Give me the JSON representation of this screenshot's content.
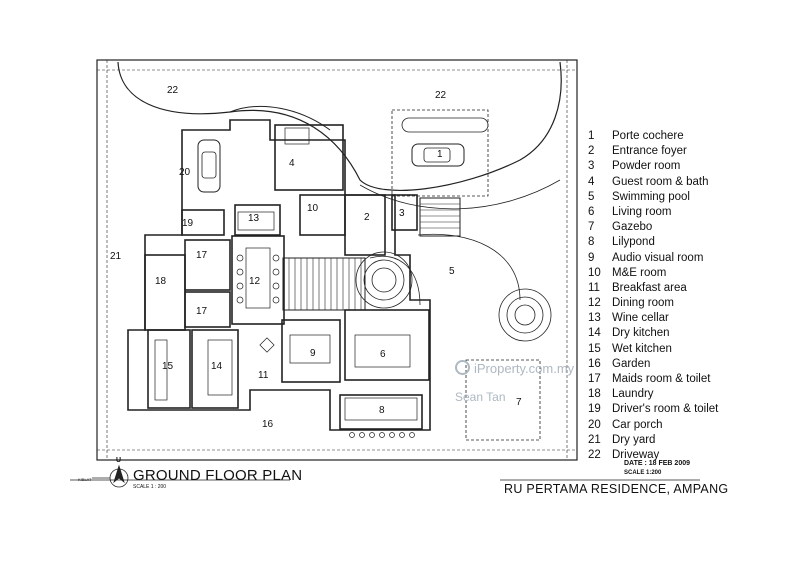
{
  "legend": [
    {
      "num": "1",
      "label": "Porte cochere"
    },
    {
      "num": "2",
      "label": "Entrance foyer"
    },
    {
      "num": "3",
      "label": "Powder room"
    },
    {
      "num": "4",
      "label": "Guest room & bath"
    },
    {
      "num": "5",
      "label": "Swimming pool"
    },
    {
      "num": "6",
      "label": "Living room"
    },
    {
      "num": "7",
      "label": "Gazebo"
    },
    {
      "num": "8",
      "label": "Lilypond"
    },
    {
      "num": "9",
      "label": "Audio visual room"
    },
    {
      "num": "10",
      "label": "M&E room"
    },
    {
      "num": "11",
      "label": "Breakfast area"
    },
    {
      "num": "12",
      "label": "Dining room"
    },
    {
      "num": "13",
      "label": "Wine cellar"
    },
    {
      "num": "14",
      "label": "Dry kitchen"
    },
    {
      "num": "15",
      "label": "Wet kitchen"
    },
    {
      "num": "16",
      "label": "Garden"
    },
    {
      "num": "17",
      "label": "Maids room & toilet"
    },
    {
      "num": "18",
      "label": "Laundry"
    },
    {
      "num": "19",
      "label": "Driver's room & toilet"
    },
    {
      "num": "20",
      "label": "Car porch"
    },
    {
      "num": "21",
      "label": "Dry yard"
    },
    {
      "num": "22",
      "label": "Driveway"
    }
  ],
  "plan_labels": [
    "22",
    "22",
    "1",
    "2",
    "3",
    "4",
    "5",
    "6",
    "7",
    "8",
    "9",
    "10",
    "11",
    "12",
    "13",
    "14",
    "15",
    "16",
    "17",
    "17",
    "18",
    "19",
    "20",
    "21"
  ],
  "title": "GROUND FLOOR PLAN",
  "title_scale": "SCALE 1 : 200",
  "date": "DATE : 18 FEB 2009",
  "scale": "SCALE 1:200",
  "project": "RU PERTAMA RESIDENCE, AMPANG",
  "compass": {
    "north": "U",
    "side": "KIBLAT"
  },
  "watermark": {
    "site": "iProperty.com.my",
    "agent": "Sean Tan"
  },
  "colors": {
    "line": "#222222",
    "watermark": "#aeb8c2"
  }
}
